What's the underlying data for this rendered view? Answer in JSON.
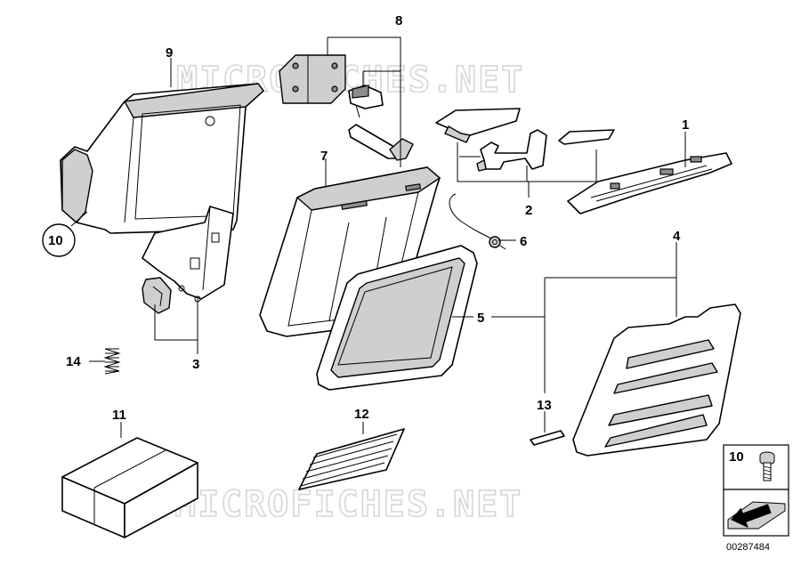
{
  "watermark": {
    "text_top": "MICROFICHES.NET",
    "text_bottom": "MICROFICHES.NET"
  },
  "callouts": {
    "c1": "1",
    "c2": "2",
    "c3": "3",
    "c4": "4",
    "c5": "5",
    "c6": "6",
    "c7": "7",
    "c8": "8",
    "c9": "9",
    "c10": "10",
    "c11": "11",
    "c12": "12",
    "c13": "13",
    "c14": "14"
  },
  "legend_box": {
    "label": "10",
    "doc_number": "00287484"
  }
}
